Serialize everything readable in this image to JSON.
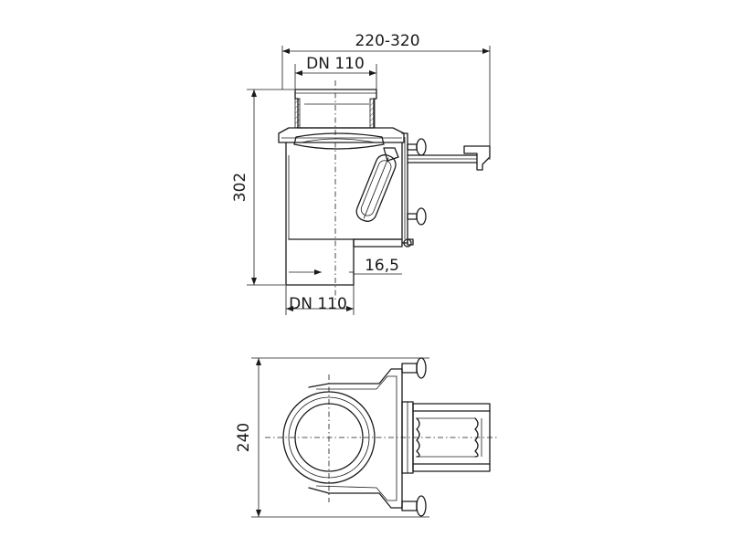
{
  "dimensions": {
    "overall_width": "220-320",
    "inlet_diameter": "DN 110",
    "height": "302",
    "offset": "16,5",
    "outlet_diameter": "DN 110",
    "plan_width": "240"
  }
}
